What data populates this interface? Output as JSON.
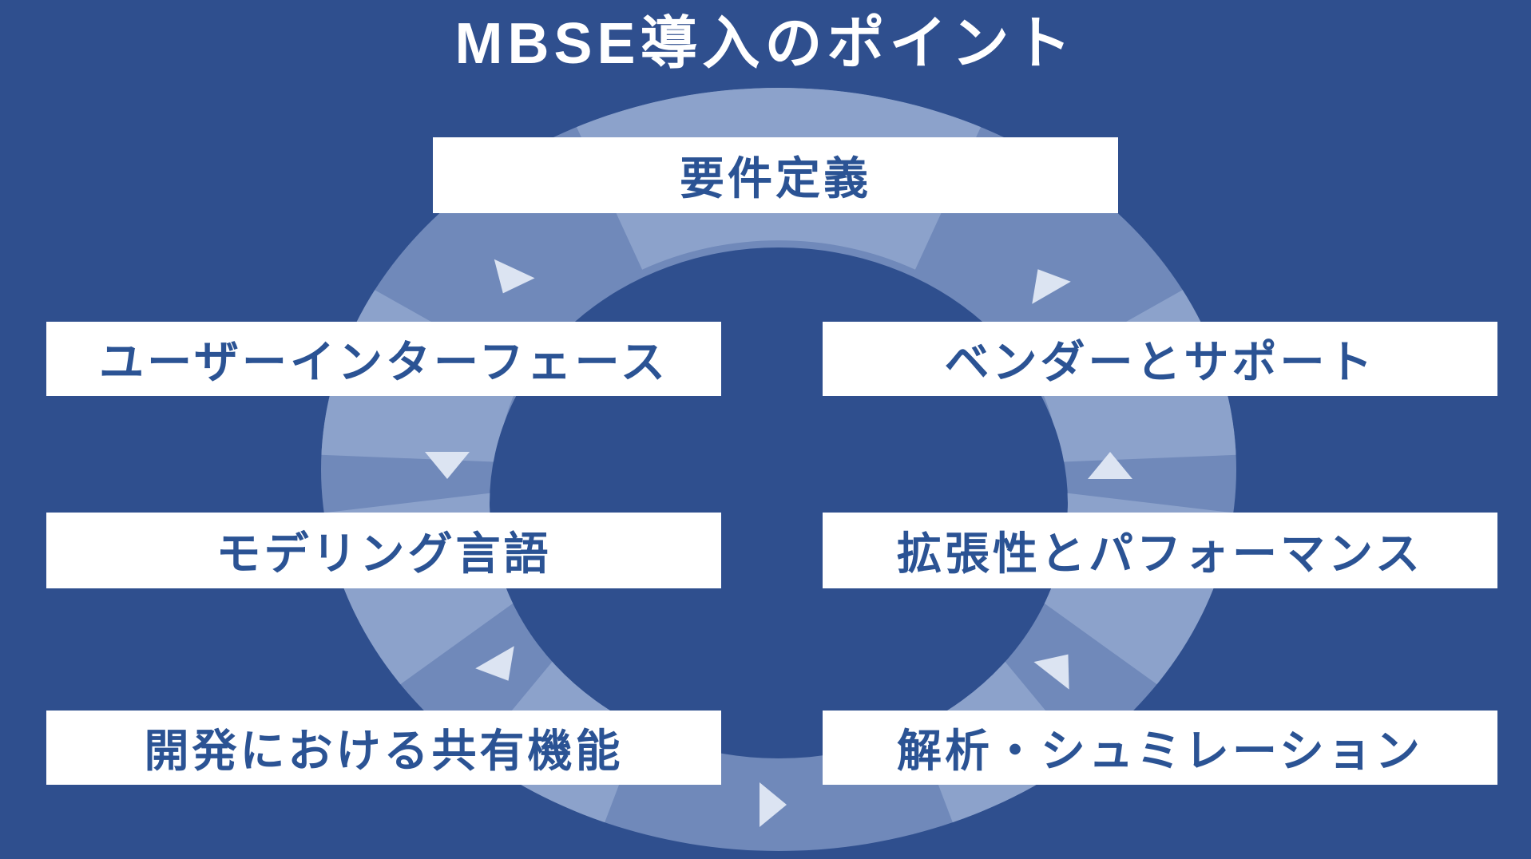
{
  "title": "MBSE導入のポイント",
  "diagram": {
    "type": "cycle",
    "direction": "counterclockwise",
    "items": [
      {
        "label": "要件定義",
        "position": "top"
      },
      {
        "label": "ユーザーインターフェース",
        "position": "upper-left"
      },
      {
        "label": "モデリング言語",
        "position": "middle-left"
      },
      {
        "label": "開発における共有機能",
        "position": "lower-left"
      },
      {
        "label": "解析・シュミレーション",
        "position": "lower-right"
      },
      {
        "label": "拡張性とパフォーマンス",
        "position": "middle-right"
      },
      {
        "label": "ベンダーとサポート",
        "position": "upper-right"
      }
    ],
    "arrows": [
      {
        "name": "arrow-top-left",
        "points": "down-left"
      },
      {
        "name": "arrow-left-middle",
        "points": "down"
      },
      {
        "name": "arrow-left-lower",
        "points": "down-right"
      },
      {
        "name": "arrow-bottom",
        "points": "right"
      },
      {
        "name": "arrow-right-lower",
        "points": "up-right"
      },
      {
        "name": "arrow-right-middle",
        "points": "up"
      },
      {
        "name": "arrow-top-right",
        "points": "up-left"
      }
    ],
    "colors": {
      "background": "#2F4F8E",
      "ring": "#7089BA",
      "ring_light": "#8CA2CB",
      "arrow": "#DCE4F2",
      "box_background": "#FFFFFF",
      "box_text": "#2B5394",
      "title_text": "#FFFFFF"
    }
  }
}
